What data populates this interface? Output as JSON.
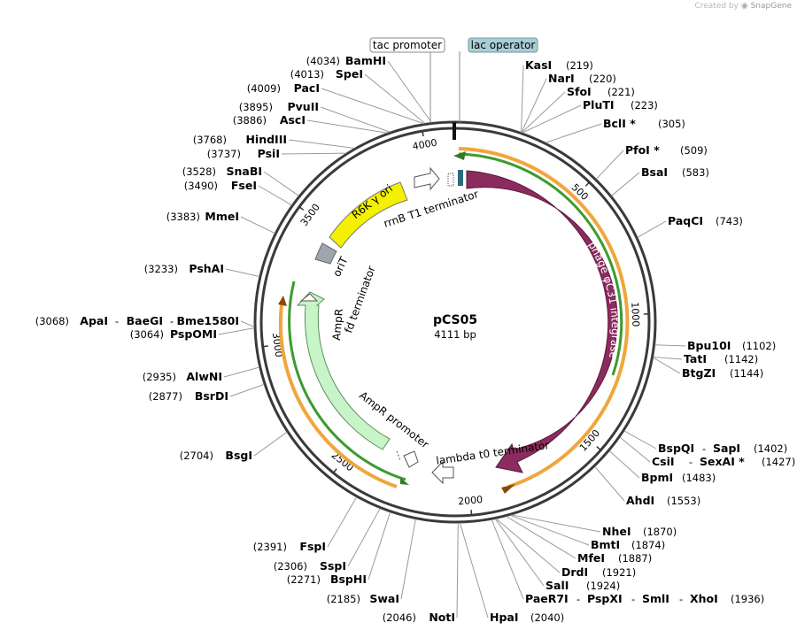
{
  "credit": {
    "prefix": "Created by",
    "brand": "SnapGene"
  },
  "plasmid": {
    "name": "pCS05",
    "length_label": "4111 bp",
    "length": 4111
  },
  "ruler_ticks": [
    {
      "pos": 500,
      "label": "500"
    },
    {
      "pos": 1000,
      "label": "1000"
    },
    {
      "pos": 1500,
      "label": "1500"
    },
    {
      "pos": 2000,
      "label": "2000"
    },
    {
      "pos": 2500,
      "label": "2500"
    },
    {
      "pos": 3000,
      "label": "3000"
    },
    {
      "pos": 3500,
      "label": "3500"
    },
    {
      "pos": 4000,
      "label": "4000"
    }
  ],
  "features": {
    "phage": "phage φC31 integrase",
    "lambda": "lambda t0 terminator",
    "ampr_promoter": "AmpR promoter",
    "ampr": "AmpR",
    "fd": "fd terminator",
    "orit": "oriT",
    "r6k": "R6K γ ori",
    "rrnb": "rrnB T1 terminator"
  },
  "boxed_features": [
    {
      "label": "tac promoter",
      "style": "outline"
    },
    {
      "label": "lac operator",
      "style": "filled",
      "color": "#a8cfd6"
    }
  ],
  "sites": [
    {
      "name": "KasI",
      "pos": "(219)"
    },
    {
      "name": "NarI",
      "pos": "(220)"
    },
    {
      "name": "SfoI",
      "pos": "(221)"
    },
    {
      "name": "PluTI",
      "pos": "(223)"
    },
    {
      "name": "BclI *",
      "pos": "(305)"
    },
    {
      "name": "PfoI *",
      "pos": "(509)"
    },
    {
      "name": "BsaI",
      "pos": "(583)"
    },
    {
      "name": "PaqCI",
      "pos": "(743)"
    },
    {
      "name": "Bpu10I",
      "pos": "(1102)"
    },
    {
      "name": "TatI",
      "pos": "(1142)"
    },
    {
      "name": "BtgZI",
      "pos": "(1144)"
    },
    {
      "name": "BspQI",
      "pos": "(1402)",
      "name2": "SapI"
    },
    {
      "name": "CsiI",
      "pos": "(1427)",
      "name2": "SexAI *"
    },
    {
      "name": "BpmI",
      "pos": "(1483)"
    },
    {
      "name": "AhdI",
      "pos": "(1553)"
    },
    {
      "name": "NheI",
      "pos": "(1870)"
    },
    {
      "name": "BmtI",
      "pos": "(1874)"
    },
    {
      "name": "MfeI",
      "pos": "(1887)"
    },
    {
      "name": "DrdI",
      "pos": "(1921)"
    },
    {
      "name": "SalI",
      "pos": "(1924)"
    },
    {
      "name": "PaeR7I",
      "pos": "(1936)",
      "name2": "PspXI",
      "name3": "SmlI",
      "name4": "XhoI"
    },
    {
      "name": "HpaI",
      "pos": "(2040)"
    },
    {
      "name": "NotI",
      "pos": "(2046)"
    },
    {
      "name": "SwaI",
      "pos": "(2185)"
    },
    {
      "name": "BspHI",
      "pos": "(2271)"
    },
    {
      "name": "SspI",
      "pos": "(2306)"
    },
    {
      "name": "FspI",
      "pos": "(2391)"
    },
    {
      "name": "BsgI",
      "pos": "(2704)"
    },
    {
      "name": "BsrDI",
      "pos": "(2877)"
    },
    {
      "name": "AlwNI",
      "pos": "(2935)"
    },
    {
      "name": "PspOMI",
      "pos": "(3064)"
    },
    {
      "name": "ApaI",
      "pos": "(3068)",
      "name2": "BaeGI",
      "name3": "Bme1580I"
    },
    {
      "name": "PshAI",
      "pos": "(3233)"
    },
    {
      "name": "MmeI",
      "pos": "(3383)"
    },
    {
      "name": "FseI",
      "pos": "(3490)"
    },
    {
      "name": "SnaBI",
      "pos": "(3528)"
    },
    {
      "name": "PsiI",
      "pos": "(3737)"
    },
    {
      "name": "HindIII",
      "pos": "(3768)"
    },
    {
      "name": "AscI",
      "pos": "(3886)"
    },
    {
      "name": "PvuII",
      "pos": "(3895)"
    },
    {
      "name": "PacI",
      "pos": "(4009)"
    },
    {
      "name": "SpeI",
      "pos": "(4013)"
    },
    {
      "name": "BamHI",
      "pos": "(4034)"
    }
  ]
}
